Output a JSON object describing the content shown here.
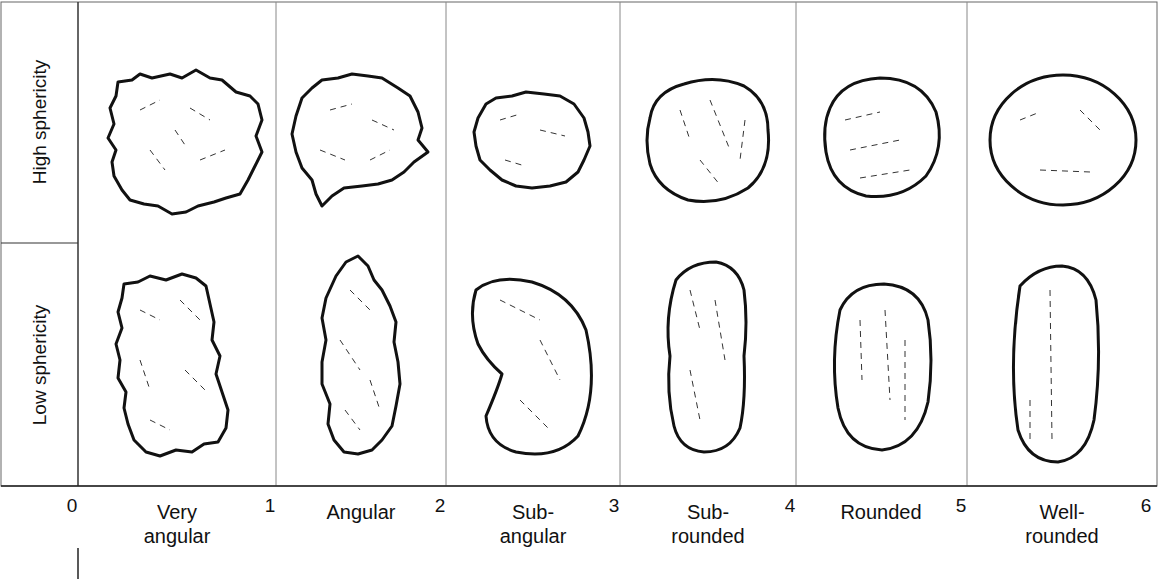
{
  "diagram": {
    "labels": [
      "High sphericity",
      "Low sphericity",
      "0",
      "Very angular",
      "1",
      "Angular",
      "2",
      "Sub- angular",
      "3",
      "Sub- rounded",
      "4",
      "Rounded",
      "5",
      "Well- rounded",
      "6"
    ]
  }
}
